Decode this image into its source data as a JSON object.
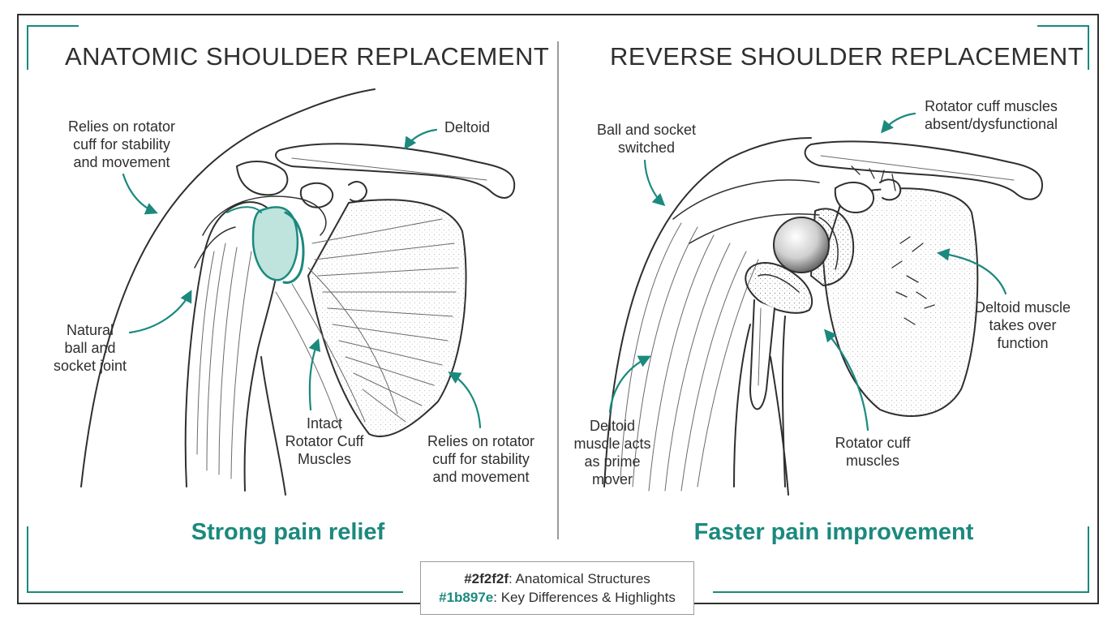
{
  "colors": {
    "structure": "#2f2f2f",
    "accent": "#1b897e"
  },
  "left_panel": {
    "title": "ANATOMIC SHOULDER REPLACEMENT",
    "labels": {
      "rotator_top": "Relies on rotator\ncuff for stability\nand movement",
      "deltoid": "Deltoid",
      "natural_joint": "Natural\nball and\nsocket joint",
      "intact_cuff": "Intact\nRotator Cuff\nMuscles",
      "rotator_bottom": "Relies on rotator\ncuff for stability\nand movement"
    },
    "summary": "Strong pain relief"
  },
  "right_panel": {
    "title": "REVERSE SHOULDER REPLACEMENT",
    "labels": {
      "switched": "Ball and socket\nswitched",
      "cuff_absent": "Rotator cuff muscles\nabsent/dysfunctional",
      "deltoid_takes_over": "Deltoid muscle\ntakes over\nfunction",
      "prime_mover": "Deltoid\nmuscle acts\nas prime\nmover",
      "cuff_muscles": "Rotator cuff\nmuscles"
    },
    "summary": "Faster pain improvement"
  },
  "legend": {
    "structure_code": "#2f2f2f",
    "structure_text": ": Anatomical Structures",
    "accent_code": "#1b897e",
    "accent_text": ": Key Differences & Highlights"
  }
}
